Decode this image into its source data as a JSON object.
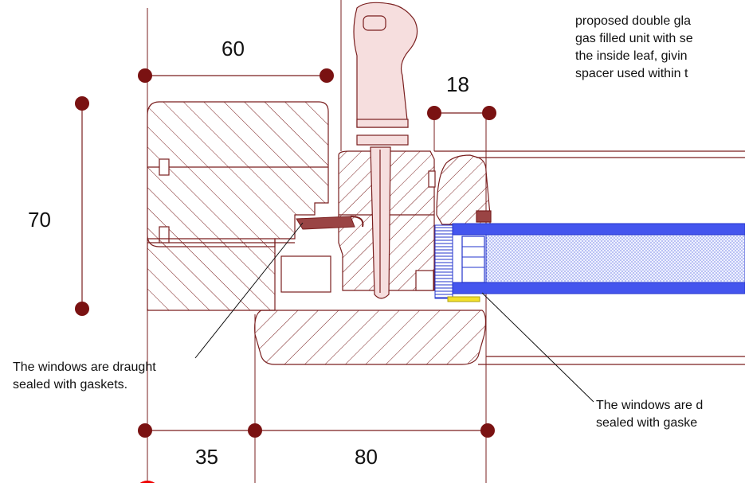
{
  "colors": {
    "line": "#7a1f1f",
    "dot": "#7a1212",
    "glass_edge": "#2233cc",
    "glass_fill": "#4455ee",
    "gas_fill": "#dde4ff",
    "gasket": "#9a4444",
    "handle_fill": "#f6dede",
    "spacer_yellow": "#f2e02a",
    "datum_red": "#ee0000"
  },
  "dimensions": {
    "top_width": "60",
    "bead": "18",
    "height": "70",
    "bottom_left": "35",
    "bottom_right": "80"
  },
  "notes": {
    "top_right": [
      "proposed double gla",
      "gas filled unit with se",
      "the inside leaf, givin",
      "spacer used within t"
    ],
    "left_callout": [
      "The windows are draught",
      "sealed with gaskets."
    ],
    "right_callout": [
      "The windows are d",
      "sealed with gaske"
    ]
  },
  "icons": {
    "handle": "window-handle-icon",
    "dimension_dot": "dimension-dot-icon"
  }
}
